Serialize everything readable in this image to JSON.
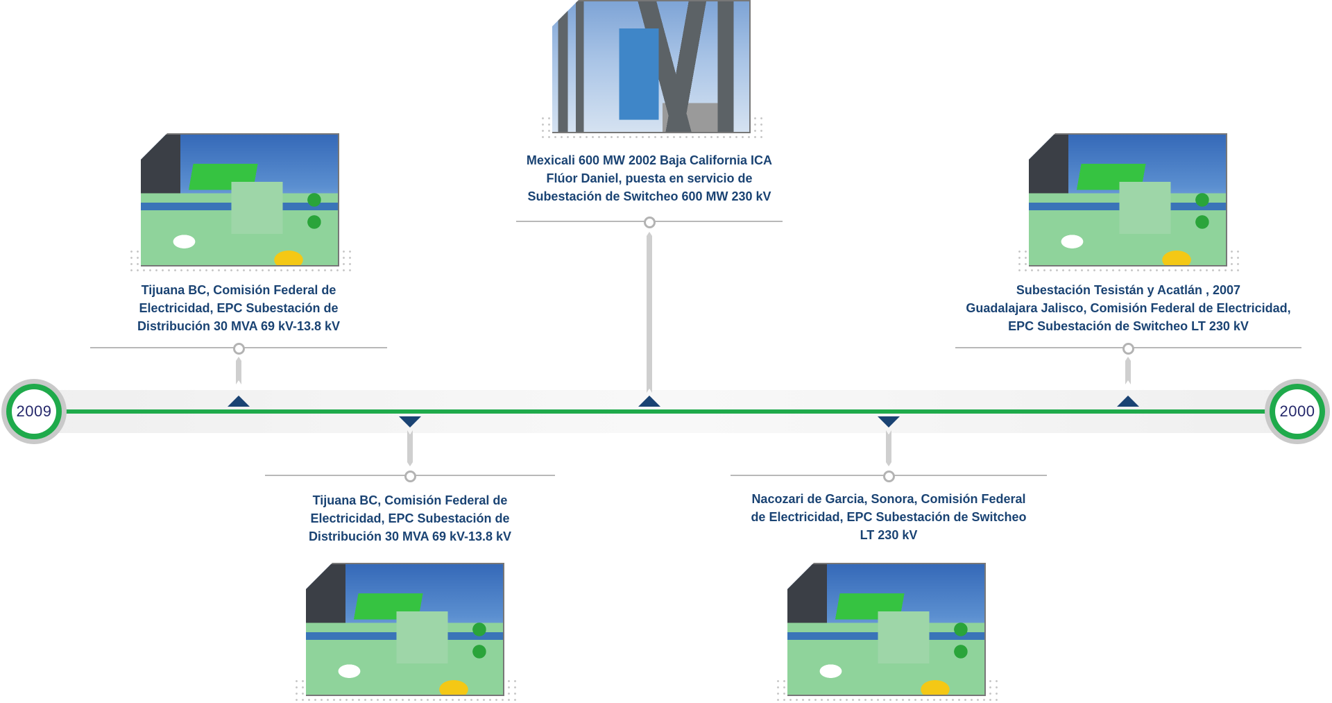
{
  "timeline": {
    "start_year": "2009",
    "end_year": "2000",
    "colors": {
      "line": "#1faa4b",
      "marker": "#1a4373",
      "caption_text": "#1a4373",
      "year_text": "#25286b",
      "connector": "#b8b8b8"
    }
  },
  "events": [
    {
      "side": "above",
      "caption_lines": [
        "Tijuana BC, Comisión Federal de",
        "Electricidad, EPC Subestación de",
        "Distribución  30 MVA 69 kV-13.8 kV"
      ],
      "photo": "substation-transformer-photo"
    },
    {
      "side": "below",
      "caption_lines": [
        "Tijuana BC, Comisión Federal de",
        "Electricidad, EPC Subestación de",
        "Distribución 30 MVA 69 kV-13.8 kV"
      ],
      "photo": "substation-transformer-photo"
    },
    {
      "side": "above",
      "caption_lines": [
        "Mexicali 600 MW 2002 Baja California ICA",
        "Flúor Daniel, puesta en servicio de",
        "Subestación de Switcheo 600 MW 230 kV"
      ],
      "photo": "substation-insulators-photo"
    },
    {
      "side": "below",
      "caption_lines": [
        "Nacozari de Garcia, Sonora, Comisión Federal",
        "de Electricidad, EPC Subestación de Switcheo",
        "LT 230 kV"
      ],
      "photo": "substation-transformer-photo"
    },
    {
      "side": "above",
      "caption_lines": [
        "Subestación Tesistán y Acatlán , 2007",
        "Guadalajara Jalisco, Comisión Federal de Electricidad,",
        "EPC Subestación de Switcheo LT 230 kV"
      ],
      "photo": "substation-transformer-photo"
    }
  ]
}
